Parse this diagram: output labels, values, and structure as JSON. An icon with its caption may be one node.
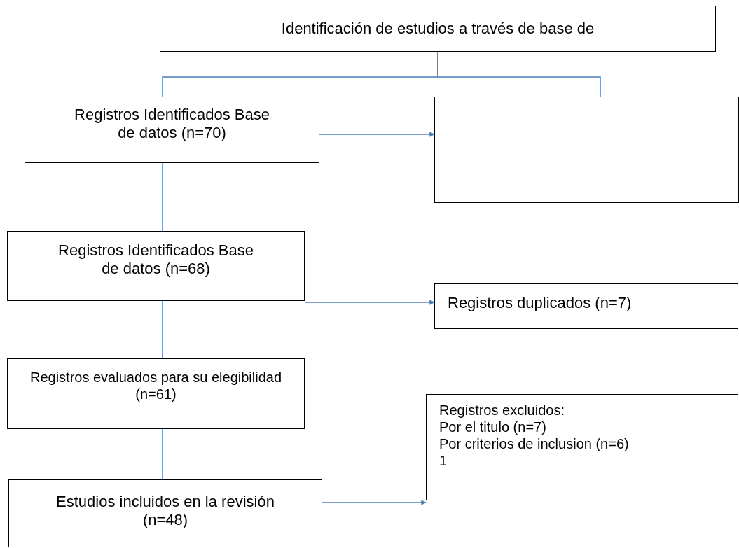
{
  "diagram": {
    "nodes": [
      {
        "text": [
          "Identificación de estudios a través de base de"
        ]
      },
      {
        "text": [
          "Registros Identificados Base de datos (n=70)"
        ]
      },
      {
        "text": [],
        "shape": "box"
      },
      {
        "text": [
          "Registros Identificados Base de datos (n=68)"
        ]
      },
      {
        "text": [
          "Registros duplicados (n=7)"
        ]
      },
      {
        "text": [
          "Registros evaluados para su elegibilidad (n=61)"
        ]
      },
      {
        "text": [
          "Estudios incluidos en la revisión (n=48)"
        ]
      },
      {
        "text": [
          "Registros excluidos:",
          "Por el titulo (n=7)",
          "Por criterios de inclusion (n=6)",
          "1"
        ]
      }
    ],
    "edges": [
      {
        "from": 0,
        "to": 1,
        "arrow": "none"
      },
      {
        "from": 0,
        "to": 2,
        "arrow": "none"
      },
      {
        "from": 1,
        "to": 2,
        "arrow": "to"
      },
      {
        "from": 1,
        "to": 3,
        "arrow": "none"
      },
      {
        "from": 3,
        "to": 4,
        "arrow": "to"
      },
      {
        "from": 3,
        "to": 5,
        "arrow": "none"
      },
      {
        "from": 5,
        "to": 6,
        "arrow": "none"
      },
      {
        "from": 6,
        "to": 7,
        "arrow": "to"
      }
    ]
  }
}
